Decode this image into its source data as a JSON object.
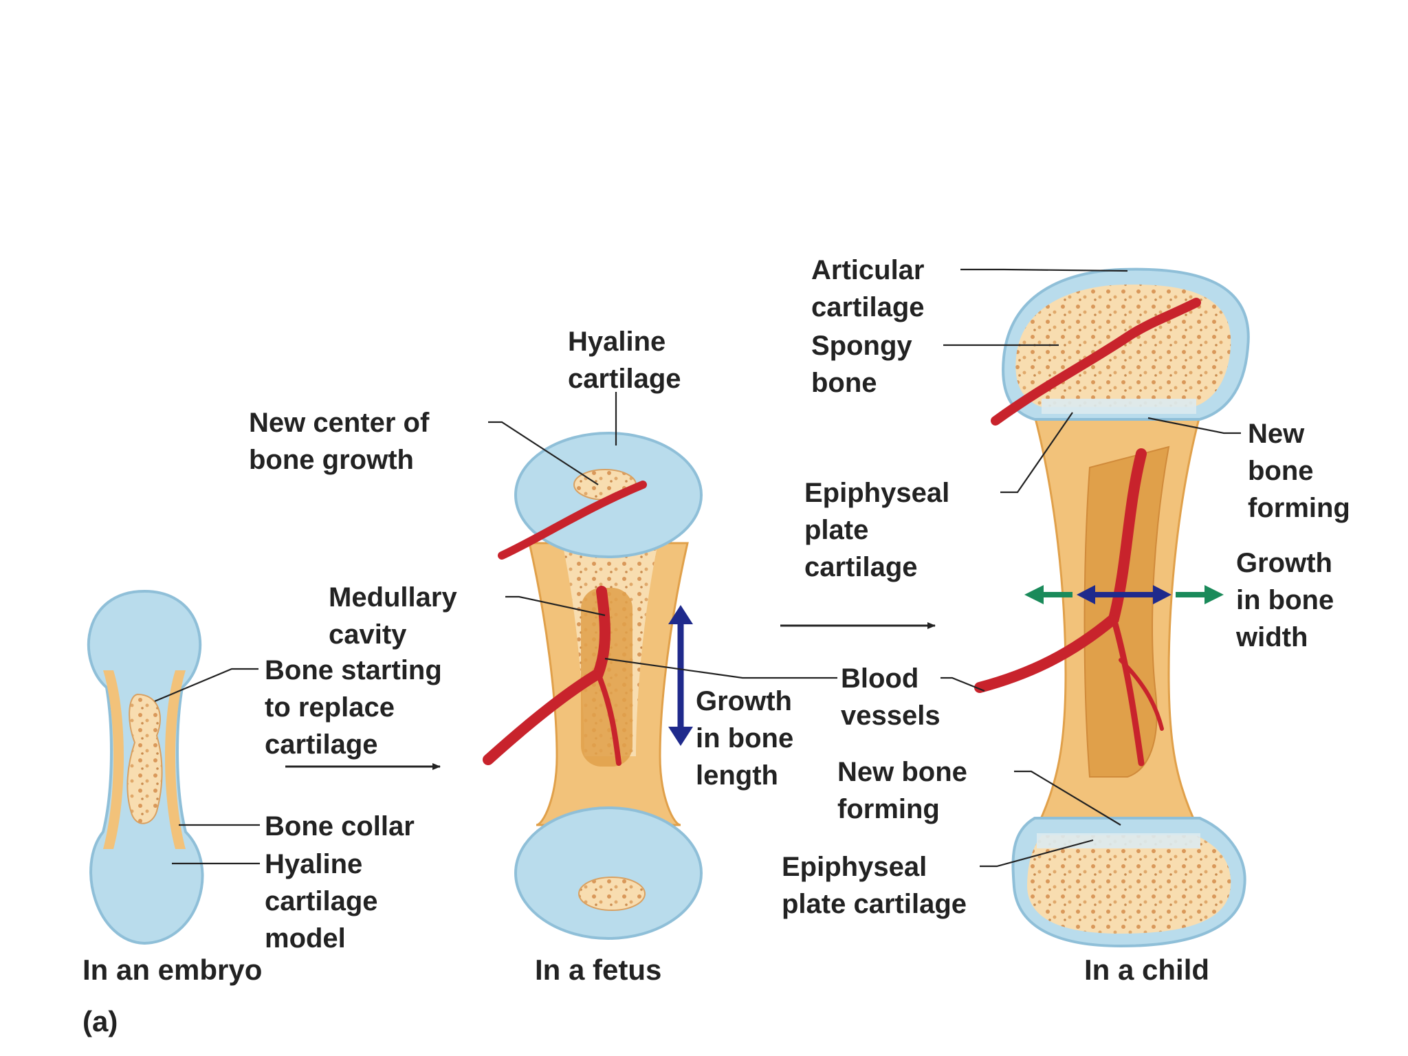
{
  "figure": {
    "panel_label": "(a)",
    "captions": {
      "embryo": "In an embryo",
      "fetus": "In a fetus",
      "child": "In a child"
    },
    "embryo_labels": {
      "bone_starting": [
        "Bone starting",
        "to replace",
        "cartilage"
      ],
      "bone_collar": "Bone collar",
      "hyaline_model": [
        "Hyaline",
        "cartilage",
        "model"
      ]
    },
    "fetus_labels": {
      "hyaline_cartilage": [
        "Hyaline",
        "cartilage"
      ],
      "new_center": [
        "New center of",
        "bone growth"
      ],
      "medullary_cavity": [
        "Medullary",
        "cavity"
      ],
      "growth_length": [
        "Growth",
        "in bone",
        "length"
      ]
    },
    "child_labels": {
      "articular_cartilage": [
        "Articular",
        "cartilage"
      ],
      "spongy_bone": [
        "Spongy",
        "bone"
      ],
      "new_bone_forming_top": [
        "New",
        "bone",
        "forming"
      ],
      "epiphyseal_plate_top": [
        "Epiphyseal",
        "plate",
        "cartilage"
      ],
      "growth_width": [
        "Growth",
        "in bone",
        "width"
      ],
      "blood_vessels": [
        "Blood",
        "vessels"
      ],
      "new_bone_forming_bottom": [
        "New bone",
        "forming"
      ],
      "epiphyseal_plate_bottom": [
        "Epiphyseal",
        "plate cartilage"
      ]
    },
    "colors": {
      "cartilage": "#b9dcec",
      "cartilage_edge": "#8fbfd8",
      "bone": "#f2c27a",
      "bone_dark": "#e0a04a",
      "spongy": "#f8ddb0",
      "vessel": "#c8232c",
      "length_arrow": "#1f2a8c",
      "width_arrow": "#1a8a5a",
      "text": "#222222"
    }
  }
}
